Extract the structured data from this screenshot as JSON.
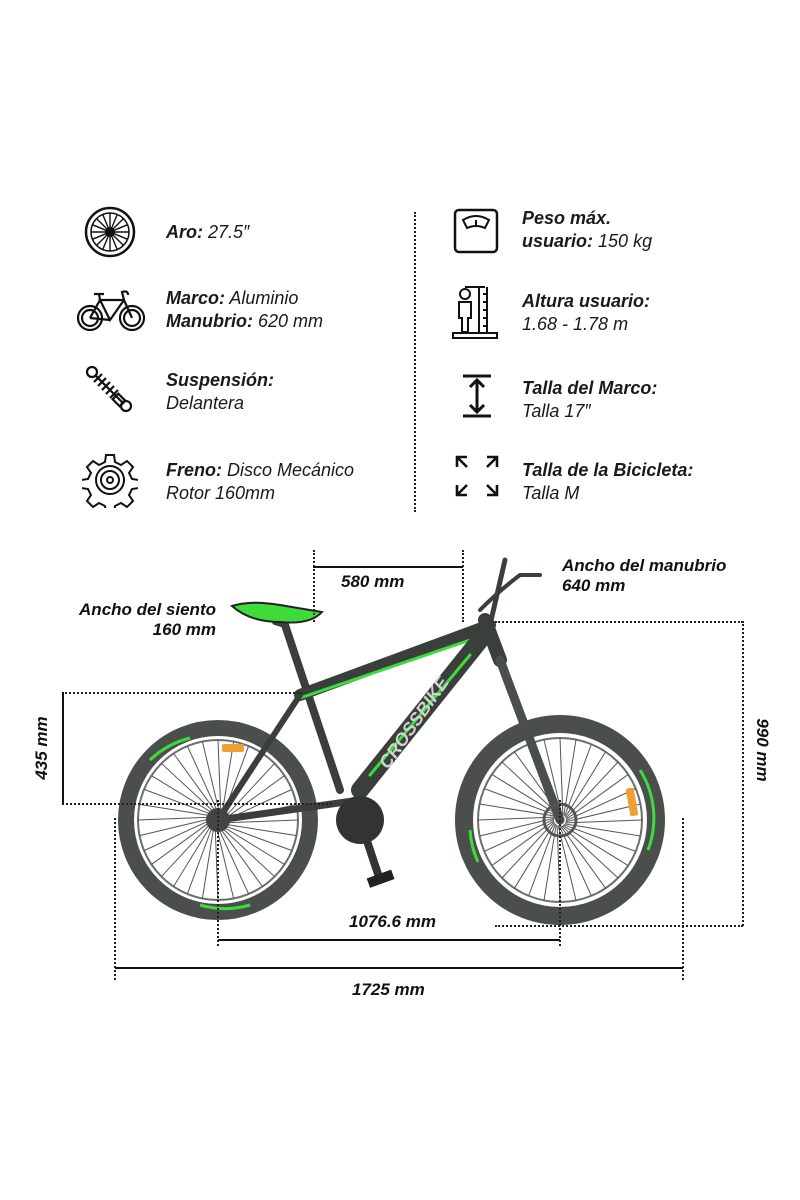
{
  "specs_left": [
    {
      "icon": "wheel-icon",
      "label": "Aro:",
      "value": "27.5″"
    },
    {
      "icon": "bicycle-icon",
      "label": "Marco:",
      "value": "Aluminio",
      "label2": "Manubrio:",
      "value2": "620 mm"
    },
    {
      "icon": "suspension-spring-icon",
      "label": "Suspensión:",
      "value": "Delantera"
    },
    {
      "icon": "brake-disc-gear-icon",
      "label": "Freno:",
      "value": "Disco Mecánico",
      "line2": "Rotor 160mm"
    }
  ],
  "specs_right": [
    {
      "icon": "scale-icon",
      "label": "Peso máx.",
      "label2": "usuario:",
      "value2": "150 kg"
    },
    {
      "icon": "height-measure-icon",
      "label": "Altura usuario:",
      "value": "1.68 - 1.78 m"
    },
    {
      "icon": "vertical-size-arrow-icon",
      "label": "Talla del Marco:",
      "value": "Talla 17″"
    },
    {
      "icon": "expand-arrows-icon",
      "label": "Talla de la Bicicleta:",
      "value": "Talla M"
    }
  ],
  "dimensions": {
    "reach": "580 mm",
    "handlebar_title": "Ancho del manubrio",
    "handlebar_value": "640 mm",
    "saddle_title": "Ancho del siento",
    "saddle_value": "160 mm",
    "standover": "435 mm",
    "height": "990 mm",
    "wheelbase": "1076.6 mm",
    "length": "1725 mm"
  },
  "bike": {
    "brand": "CROSSBIKE",
    "frame_color": "#3a3f3c",
    "accent_color": "#3ddc3a",
    "reflector_color": "#f0a030"
  }
}
